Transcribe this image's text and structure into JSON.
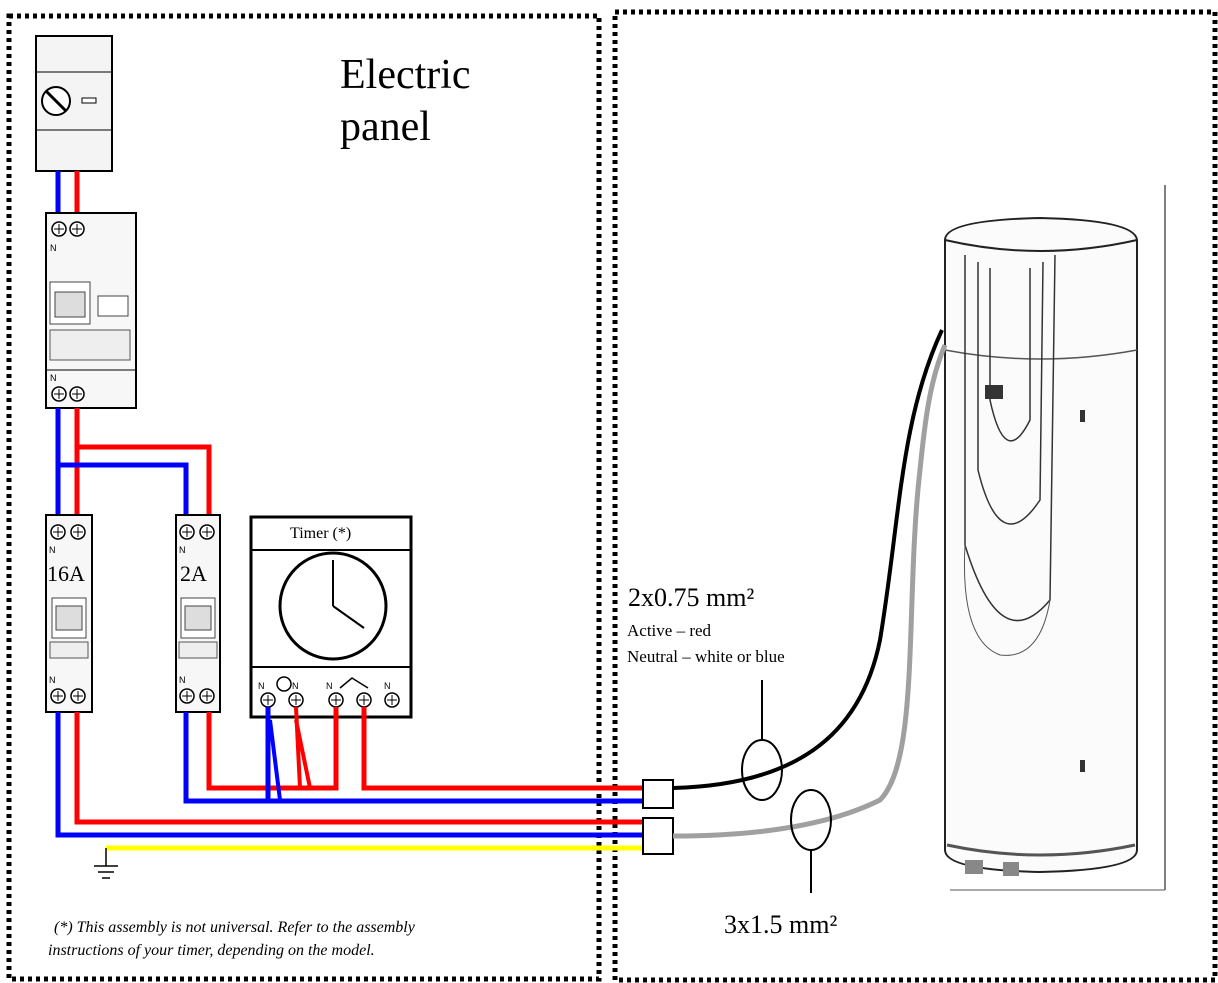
{
  "panel_title_line1": "Electric",
  "panel_title_line2": "panel",
  "breaker_16_label": "16A",
  "breaker_2_label": "2A",
  "timer_label": "Timer (*)",
  "neutral_mark": "N",
  "cable_small_size": "2x0.75 mm²",
  "cable_small_active": "Active – red",
  "cable_small_neutral": "Neutral – white or blue",
  "cable_large_size": "3x1.5 mm²",
  "footnote_line1": "(*) This assembly is not universal. Refer to the assembly",
  "footnote_line2": "instructions of your timer, depending on the model.",
  "colors": {
    "active": "#ff0000",
    "neutral": "#0000ff",
    "earth": "#ffff00",
    "cable_black": "#000000",
    "cable_grey": "#a0a0a0",
    "breaker_label": "#ff0000"
  }
}
